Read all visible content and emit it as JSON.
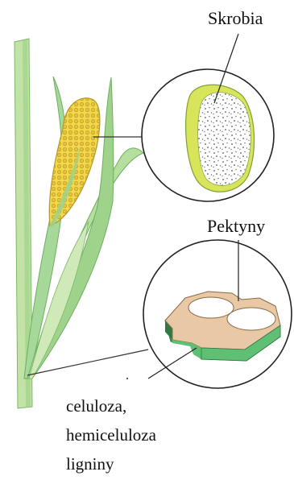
{
  "labels": {
    "starch": "Skrobia",
    "pectins": "Pektyny",
    "cellulose": "celuloza,",
    "hemicellulose": "hemiceluloza",
    "lignin": "ligniny"
  },
  "colors": {
    "stalk_light": "#c3e3a6",
    "stalk_dark": "#8fcb7a",
    "leaf": "#a6d89a",
    "cob": "#f2d94a",
    "cob_shadow": "#c7a82a",
    "grain_rim": "#d8e45a",
    "cell_wall_top": "#e9c9a5",
    "cell_wall_side": "#3f9b5a",
    "cell_wall_front": "#5fbf73",
    "lumen": "#ffffff",
    "line": "#333333"
  }
}
